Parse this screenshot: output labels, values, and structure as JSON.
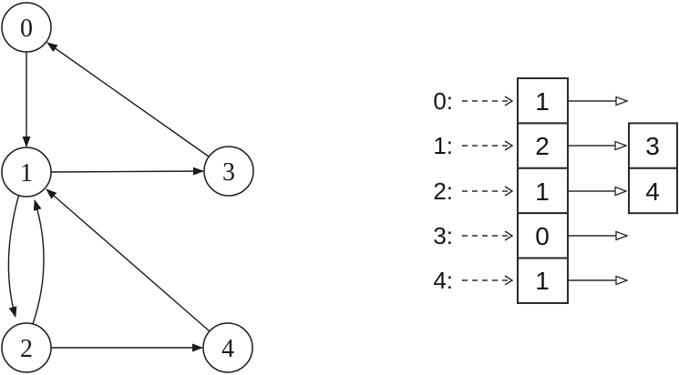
{
  "diagram_type": "directed-graph-with-adjacency-list",
  "colors": {
    "background": "#ffffff",
    "stroke": "#1a1a1a",
    "text": "#141414"
  },
  "graph": {
    "nodes": [
      {
        "id": "0",
        "label": "0"
      },
      {
        "id": "1",
        "label": "1"
      },
      {
        "id": "2",
        "label": "2"
      },
      {
        "id": "3",
        "label": "3"
      },
      {
        "id": "4",
        "label": "4"
      }
    ],
    "edges": [
      {
        "from": "0",
        "to": "1"
      },
      {
        "from": "1",
        "to": "3"
      },
      {
        "from": "1",
        "to": "2"
      },
      {
        "from": "2",
        "to": "1"
      },
      {
        "from": "2",
        "to": "4"
      },
      {
        "from": "3",
        "to": "0"
      },
      {
        "from": "4",
        "to": "1"
      }
    ]
  },
  "adjacency_list": {
    "rows": [
      {
        "label": "0:",
        "head": "1",
        "next": ""
      },
      {
        "label": "1:",
        "head": "2",
        "next": "3"
      },
      {
        "label": "2:",
        "head": "1",
        "next": "4"
      },
      {
        "label": "3:",
        "head": "0",
        "next": ""
      },
      {
        "label": "4:",
        "head": "1",
        "next": ""
      }
    ]
  }
}
